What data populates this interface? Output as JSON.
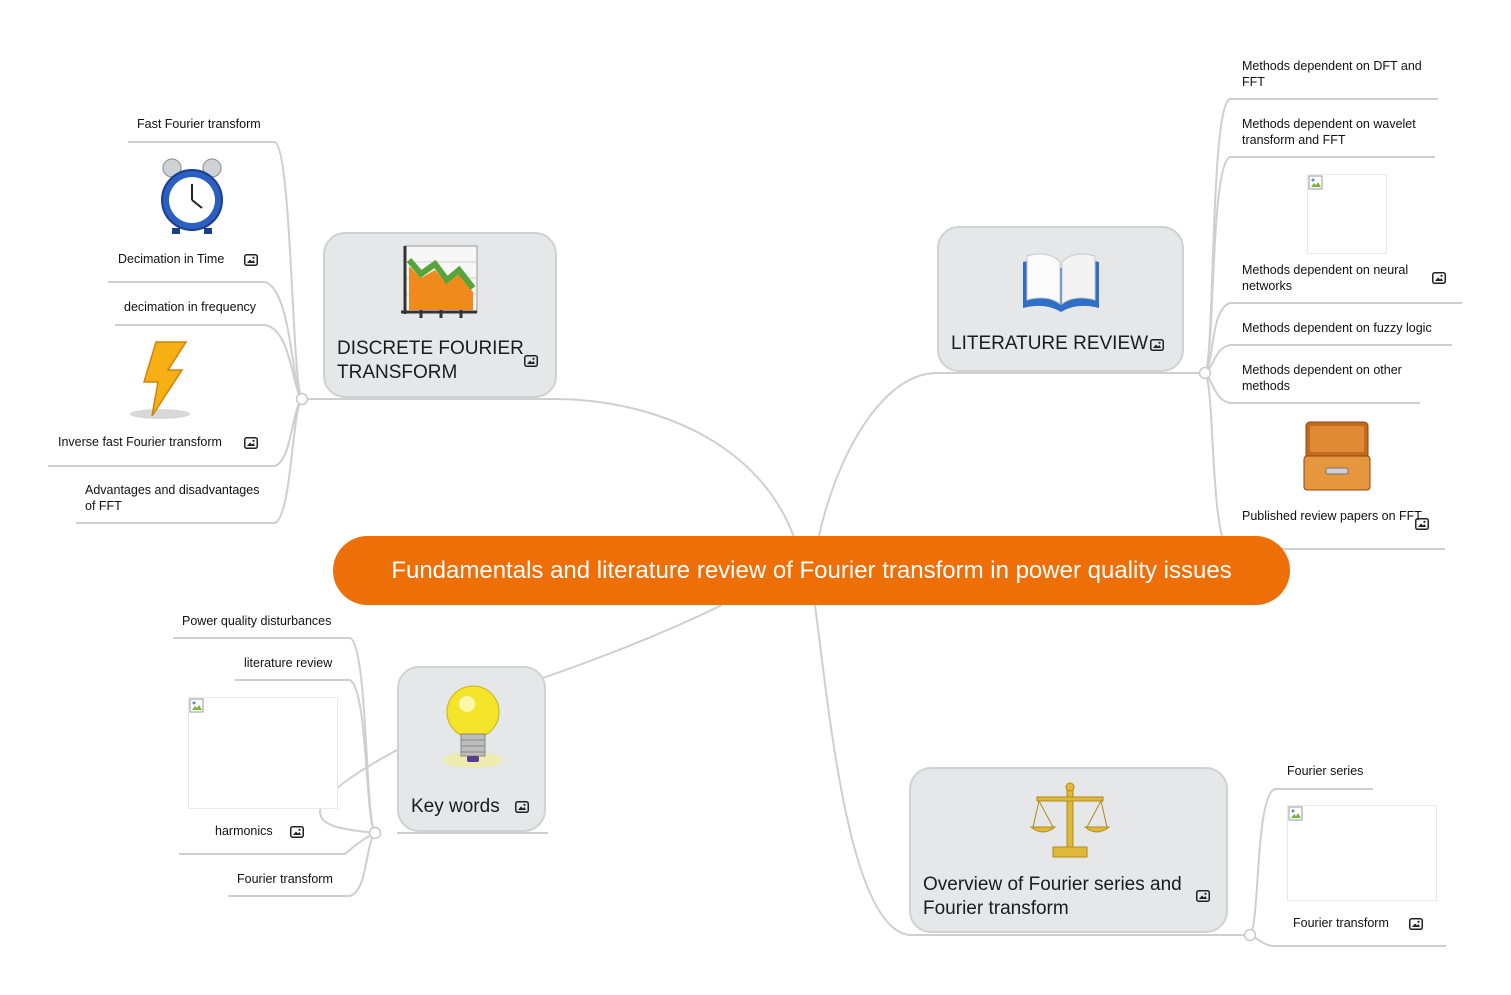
{
  "central": {
    "label": "Fundamentals and literature review  of Fourier transform in power quality issues"
  },
  "topics": {
    "dft": {
      "label_line1": "DISCRETE FOURIER",
      "label_line2": "TRANSFORM",
      "icon": "chart-icon"
    },
    "literature": {
      "label": "LITERATURE REVIEW",
      "icon": "book-icon"
    },
    "keywords": {
      "label": "Key words",
      "icon": "lightbulb-icon"
    },
    "overview": {
      "label_line1": "Overview of Fourier series and",
      "label_line2": "Fourier transform",
      "icon": "scales-icon"
    }
  },
  "dft_children": [
    "Fast Fourier transform",
    "Decimation in Time",
    "decimation in frequency",
    "Inverse fast Fourier transform",
    "Advantages and disadvantages of FFT"
  ],
  "literature_children": [
    "Methods dependent on DFT and FFT",
    "Methods dependent on wavelet transform and FFT",
    "Methods dependent on neural networks",
    "Methods dependent on fuzzy logic",
    "Methods dependent on other methods",
    "Published review papers on FFT"
  ],
  "keywords_children": [
    "Power quality disturbances",
    "literature review",
    "harmonics",
    "Fourier transform"
  ],
  "overview_children": [
    "Fourier series",
    "Fourier transform"
  ],
  "colors": {
    "central": "#ee6f08",
    "topic_fill": "#e6e7e9",
    "connector": "#cccccc"
  }
}
